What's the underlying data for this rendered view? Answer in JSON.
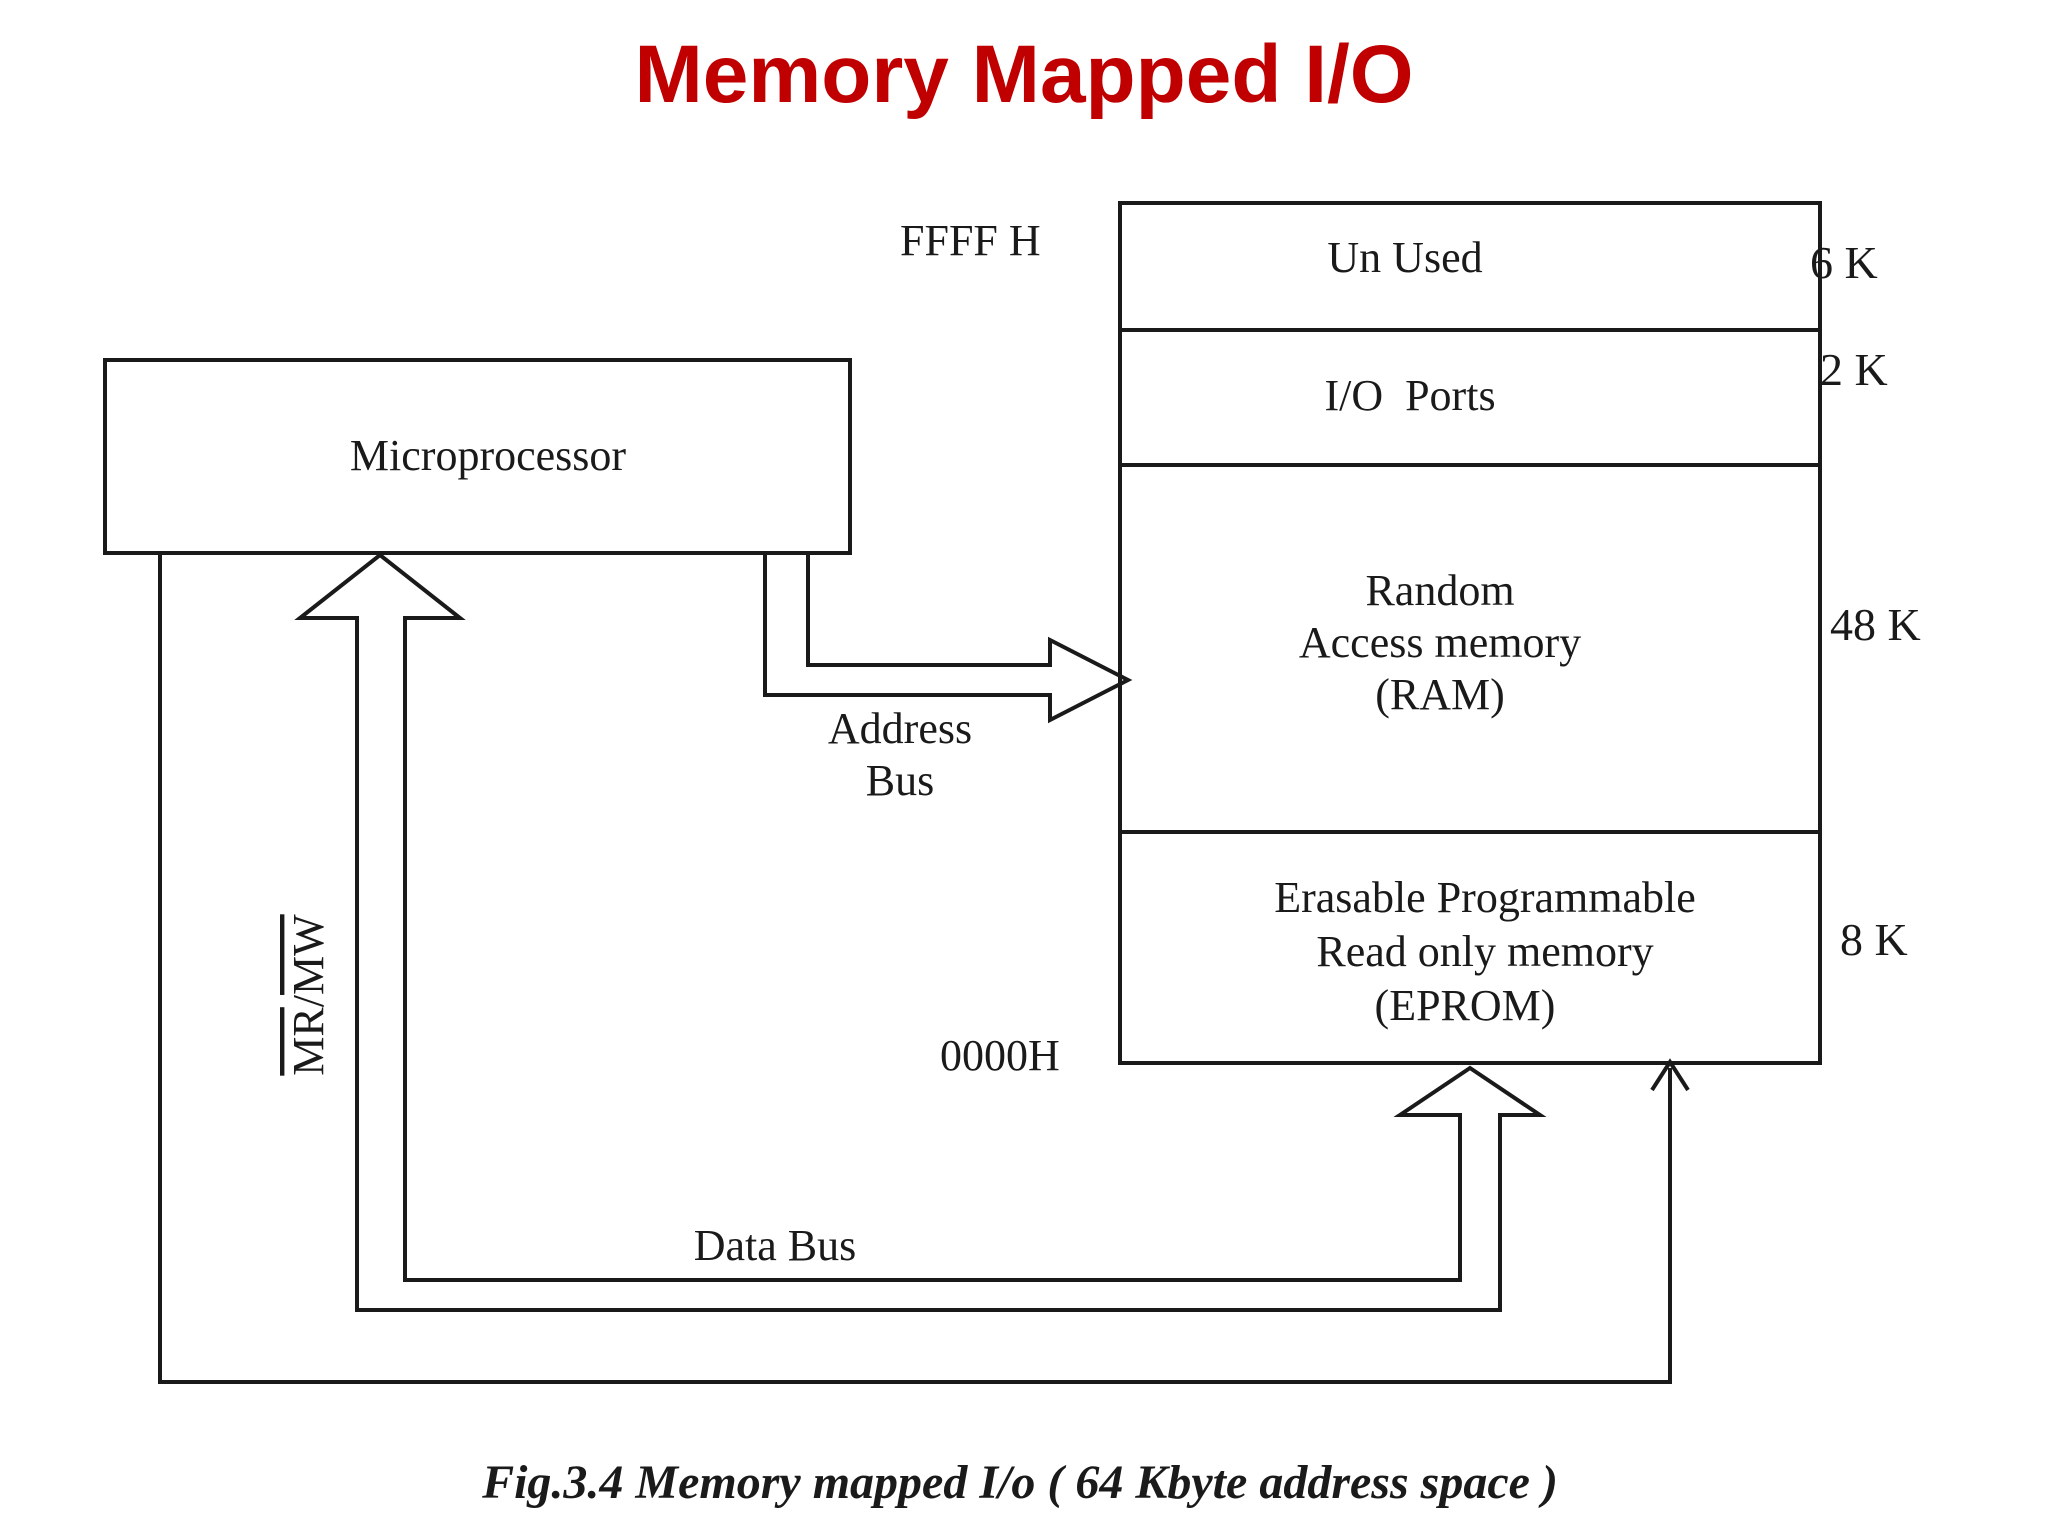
{
  "title": "Memory Mapped I/O",
  "microprocessor": "Microprocessor",
  "addresses": {
    "top": "FFFF H",
    "bottom": "0000H"
  },
  "memory_map": [
    {
      "lines": [
        "Un Used"
      ],
      "size": "6 K"
    },
    {
      "lines": [
        "I/O  Ports"
      ],
      "size": "2 K"
    },
    {
      "lines": [
        "Random",
        "Access memory",
        "(RAM)"
      ],
      "size": "48 K"
    },
    {
      "lines": [
        "Erasable Programmable",
        "Read only memory",
        "(EPROM)"
      ],
      "size": "8 K"
    }
  ],
  "address_bus": [
    "Address",
    "Bus"
  ],
  "data_bus": "Data Bus",
  "control_signal": {
    "mr": "MR",
    "separator": "/",
    "mw": "MW"
  },
  "caption": "Fig.3.4 Memory mapped I/o ( 64 Kbyte address space )"
}
